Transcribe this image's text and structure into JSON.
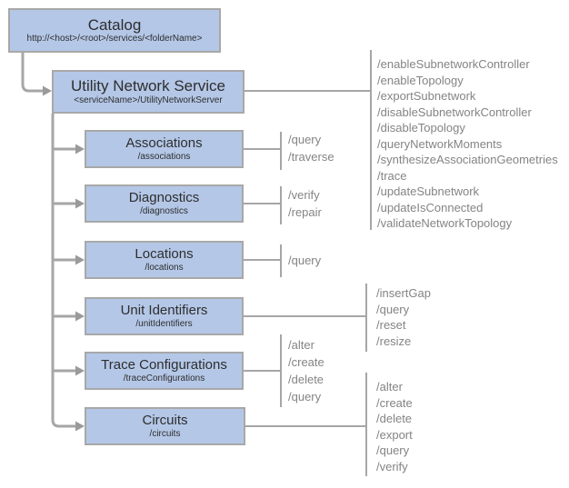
{
  "diagram": {
    "catalog": {
      "title": "Catalog",
      "subtitle": "http://<host>/<root>/services/<folderName>"
    },
    "service": {
      "title": "Utility Network Service",
      "subtitle": "<serviceName>/UtilityNetworkServer",
      "operations": [
        "/enableSubnetworkController",
        "/enableTopology",
        "/exportSubnetwork",
        "/disableSubnetworkController",
        "/disableTopology",
        "/queryNetworkMoments",
        "/synthesizeAssociationGeometries",
        "/trace",
        "/updateSubnetwork",
        "/updateIsConnected",
        "/validateNetworkTopology"
      ]
    },
    "children": [
      {
        "title": "Associations",
        "subtitle": "/associations",
        "operations": [
          "/query",
          "/traverse"
        ]
      },
      {
        "title": "Diagnostics",
        "subtitle": "/diagnostics",
        "operations": [
          "/verify",
          "/repair"
        ]
      },
      {
        "title": "Locations",
        "subtitle": "/locations",
        "operations": [
          "/query"
        ]
      },
      {
        "title": "Unit Identifiers",
        "subtitle": "/unitIdentifiers",
        "operations": [
          "/insertGap",
          "/query",
          "/reset",
          "/resize"
        ]
      },
      {
        "title": "Trace Configurations",
        "subtitle": "/traceConfigurations",
        "operations": [
          "/alter",
          "/create",
          "/delete",
          "/query"
        ]
      },
      {
        "title": "Circuits",
        "subtitle": "/circuits",
        "operations": [
          "/alter",
          "/create",
          "/delete",
          "/export",
          "/query",
          "/verify"
        ]
      }
    ],
    "colors": {
      "box_fill": "#b4c7e7",
      "box_border": "#a8a8a8",
      "connector": "#a6a6a6",
      "operation_text": "#848484",
      "title_text": "#2e2e2e"
    }
  }
}
